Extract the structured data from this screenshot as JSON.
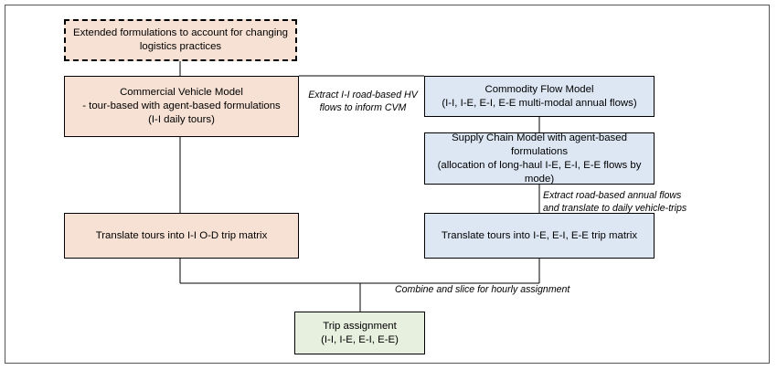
{
  "boxes": {
    "extended": [
      "Extended formulations to account for changing",
      "logistics practices"
    ],
    "cvm": [
      "Commercial Vehicle Model",
      "- tour-based with agent-based formulations",
      "(I-I daily tours)"
    ],
    "cfm": [
      "Commodity Flow Model",
      "(I-I, I-E, E-I, E-E multi-modal annual flows)"
    ],
    "scm": [
      "Supply Chain Model with agent-based formulations",
      "(allocation of long-haul I-E, E-I, E-E flows by mode)"
    ],
    "translate_ii": [
      "Translate tours into I-I O-D trip matrix"
    ],
    "translate_ie": [
      "Translate tours into I-E, E-I, E-E trip matrix"
    ],
    "assignment": [
      "Trip assignment",
      "(I-I, I-E, E-I, E-E)"
    ]
  },
  "labels": {
    "extract_hv": [
      "Extract I-I road-based HV",
      "flows to inform CVM"
    ],
    "extract_annual": [
      "Extract road-based annual flows",
      "and translate to daily vehicle-trips"
    ],
    "combine": [
      "Combine and slice for hourly assignment"
    ]
  },
  "colors": {
    "peach": "#f6e1d4",
    "blue": "#dde7f4",
    "green": "#e7efdf",
    "border": "#000000"
  }
}
